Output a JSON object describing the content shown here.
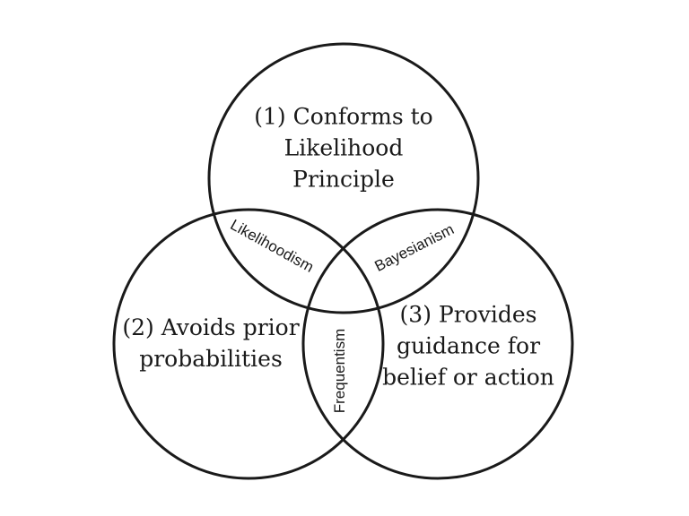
{
  "page": {
    "background_color": "#ffffff"
  },
  "diagram": {
    "type": "venn-3-circle",
    "stroke_color": "#1a1a1a",
    "text_color": "#1a1a1a",
    "circles": [
      {
        "id": "circle-1",
        "position": "top",
        "label": "(1) Conforms to\nLikelihood\nPrinciple"
      },
      {
        "id": "circle-2",
        "position": "bottom-left",
        "label": "(2) Avoids prior\nprobabilities"
      },
      {
        "id": "circle-3",
        "position": "bottom-right",
        "label": "(3) Provides\nguidance for\nbelief or action"
      }
    ],
    "overlaps": [
      {
        "id": "overlap-1-2",
        "between": [
          "circle-1",
          "circle-2"
        ],
        "label": "Likelihoodism"
      },
      {
        "id": "overlap-1-3",
        "between": [
          "circle-1",
          "circle-3"
        ],
        "label": "Bayesianism"
      },
      {
        "id": "overlap-2-3",
        "between": [
          "circle-2",
          "circle-3"
        ],
        "label": "Frequentism"
      },
      {
        "id": "overlap-1-2-3",
        "between": [
          "circle-1",
          "circle-2",
          "circle-3"
        ],
        "label": ""
      }
    ]
  }
}
